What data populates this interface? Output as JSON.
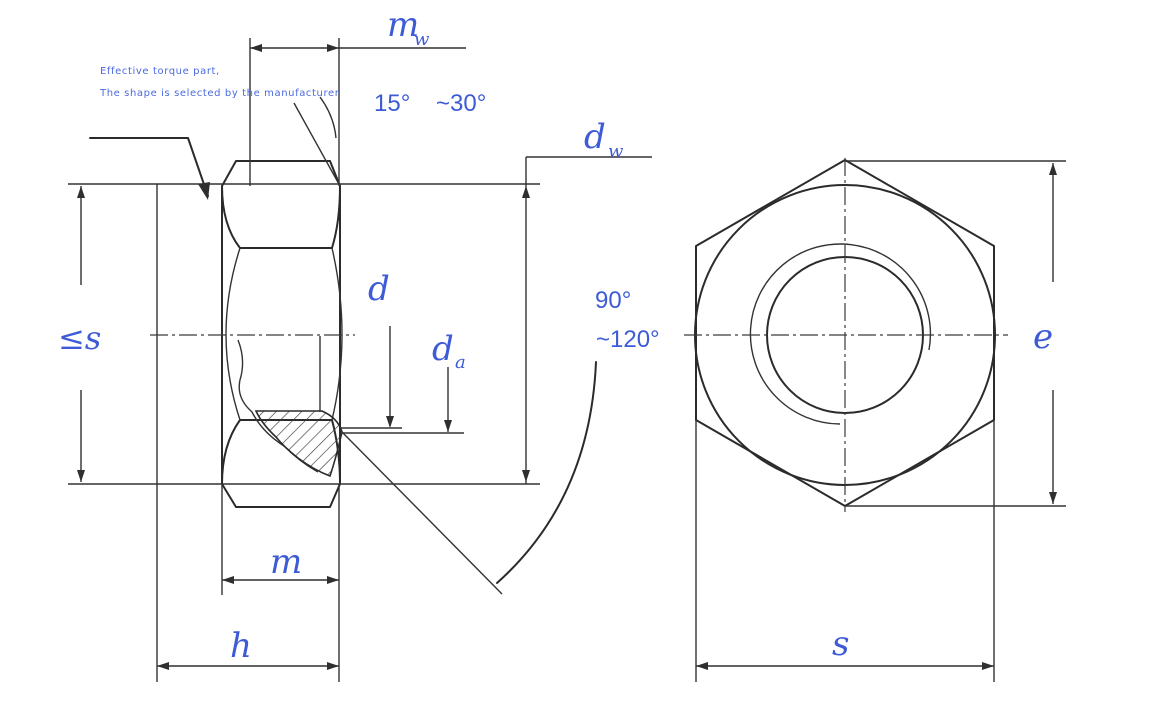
{
  "notes": {
    "line1": "Effective torque part,",
    "line2": "The shape is selected by the manufacturer"
  },
  "angles": {
    "chamfer_a": "15°",
    "chamfer_b": "~30°",
    "bearing_a": "90°",
    "bearing_b": "~120°"
  },
  "labels": {
    "mw_main": "m",
    "mw_sub": "w",
    "dw_main": "d",
    "dw_sub": "w",
    "d": "d",
    "da_main": "d",
    "da_sub": "a",
    "s_le": "≤s",
    "m": "m",
    "h": "h",
    "e": "e",
    "s": "s"
  },
  "colors": {
    "label": "#3d5bd6",
    "line": "#2b2b2b"
  }
}
